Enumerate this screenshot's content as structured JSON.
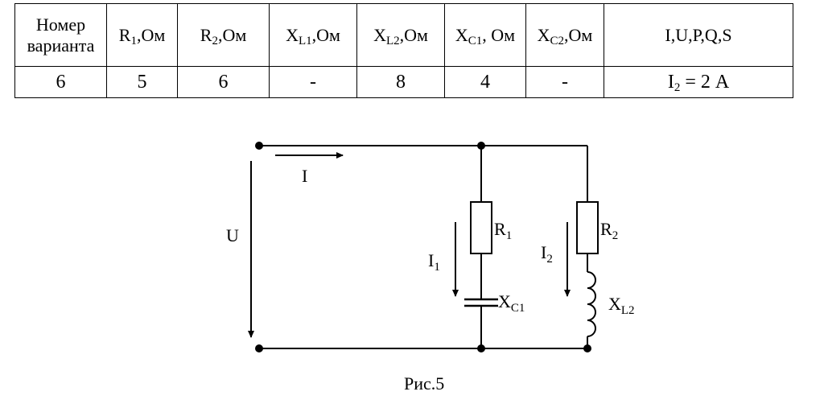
{
  "table": {
    "headers": [
      {
        "main": "Номер",
        "second": "варианта"
      },
      {
        "main": "R",
        "sub": "1",
        "rest": ",Ом"
      },
      {
        "main": "R",
        "sub": "2",
        "rest": ",Ом"
      },
      {
        "main": "X",
        "sub": "L1",
        "rest": ",Ом"
      },
      {
        "main": "X",
        "sub": "L2",
        "rest": ",Ом"
      },
      {
        "main": "X",
        "sub": "C1",
        "rest": ", Ом"
      },
      {
        "main": "X",
        "sub": "C2",
        "rest": ",Ом"
      },
      {
        "main": "I,U,P,Q,S"
      }
    ],
    "values": [
      {
        "main": "6"
      },
      {
        "main": "5"
      },
      {
        "main": "6"
      },
      {
        "main": "-"
      },
      {
        "main": "8"
      },
      {
        "main": "4"
      },
      {
        "main": "-"
      },
      {
        "main": "I",
        "sub": "2",
        "rest": " = 2 А"
      }
    ]
  },
  "circuit": {
    "current_total": "I",
    "voltage": "U",
    "current_branch1": {
      "main": "I",
      "sub": "1"
    },
    "current_branch2": {
      "main": "I",
      "sub": "2"
    },
    "resistor1": {
      "main": "R",
      "sub": "1"
    },
    "resistor2": {
      "main": "R",
      "sub": "2"
    },
    "capacitor": {
      "main": "X",
      "sub": "C1"
    },
    "inductor": {
      "main": "X",
      "sub": "L2"
    }
  },
  "caption": "Рис.5"
}
